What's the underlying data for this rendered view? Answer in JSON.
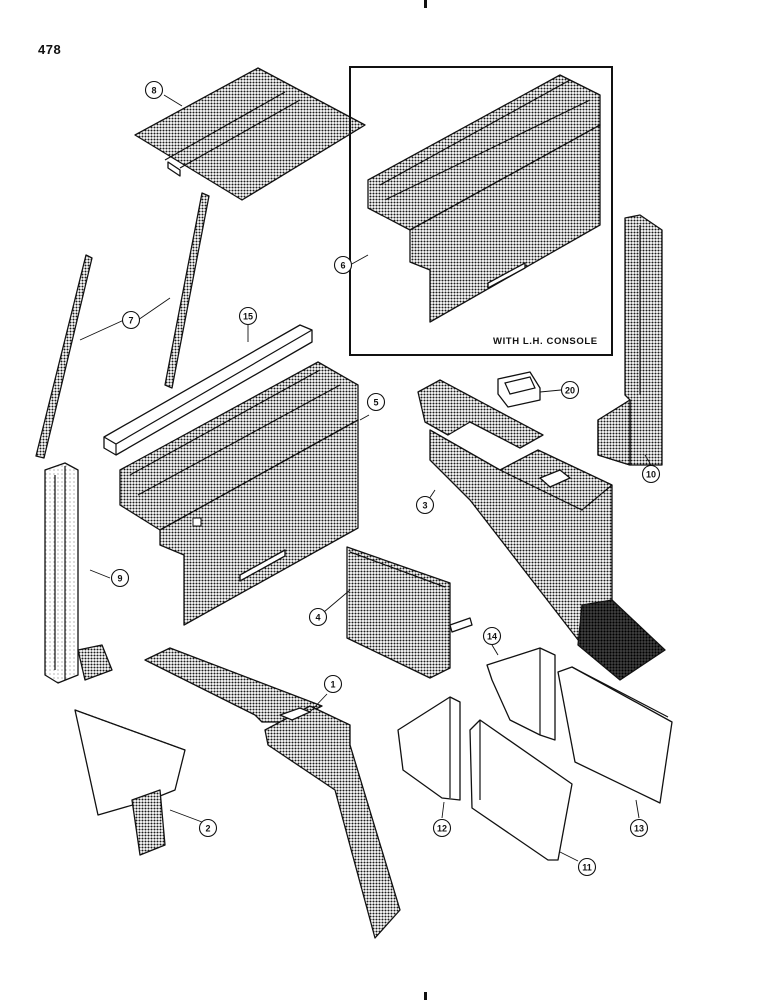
{
  "page": {
    "number": "478"
  },
  "inset": {
    "caption": "WITH L.H. CONSOLE"
  },
  "callouts": [
    {
      "id": "c1",
      "label": "1"
    },
    {
      "id": "c2",
      "label": "2"
    },
    {
      "id": "c3",
      "label": "3"
    },
    {
      "id": "c4",
      "label": "4"
    },
    {
      "id": "c5",
      "label": "5"
    },
    {
      "id": "c6",
      "label": "6"
    },
    {
      "id": "c7",
      "label": "7"
    },
    {
      "id": "c8",
      "label": "8"
    },
    {
      "id": "c9",
      "label": "9"
    },
    {
      "id": "c10",
      "label": "10"
    },
    {
      "id": "c11",
      "label": "11"
    },
    {
      "id": "c12",
      "label": "12"
    },
    {
      "id": "c13",
      "label": "13"
    },
    {
      "id": "c14",
      "label": "14"
    },
    {
      "id": "c15",
      "label": "15"
    },
    {
      "id": "c20",
      "label": "20"
    }
  ]
}
